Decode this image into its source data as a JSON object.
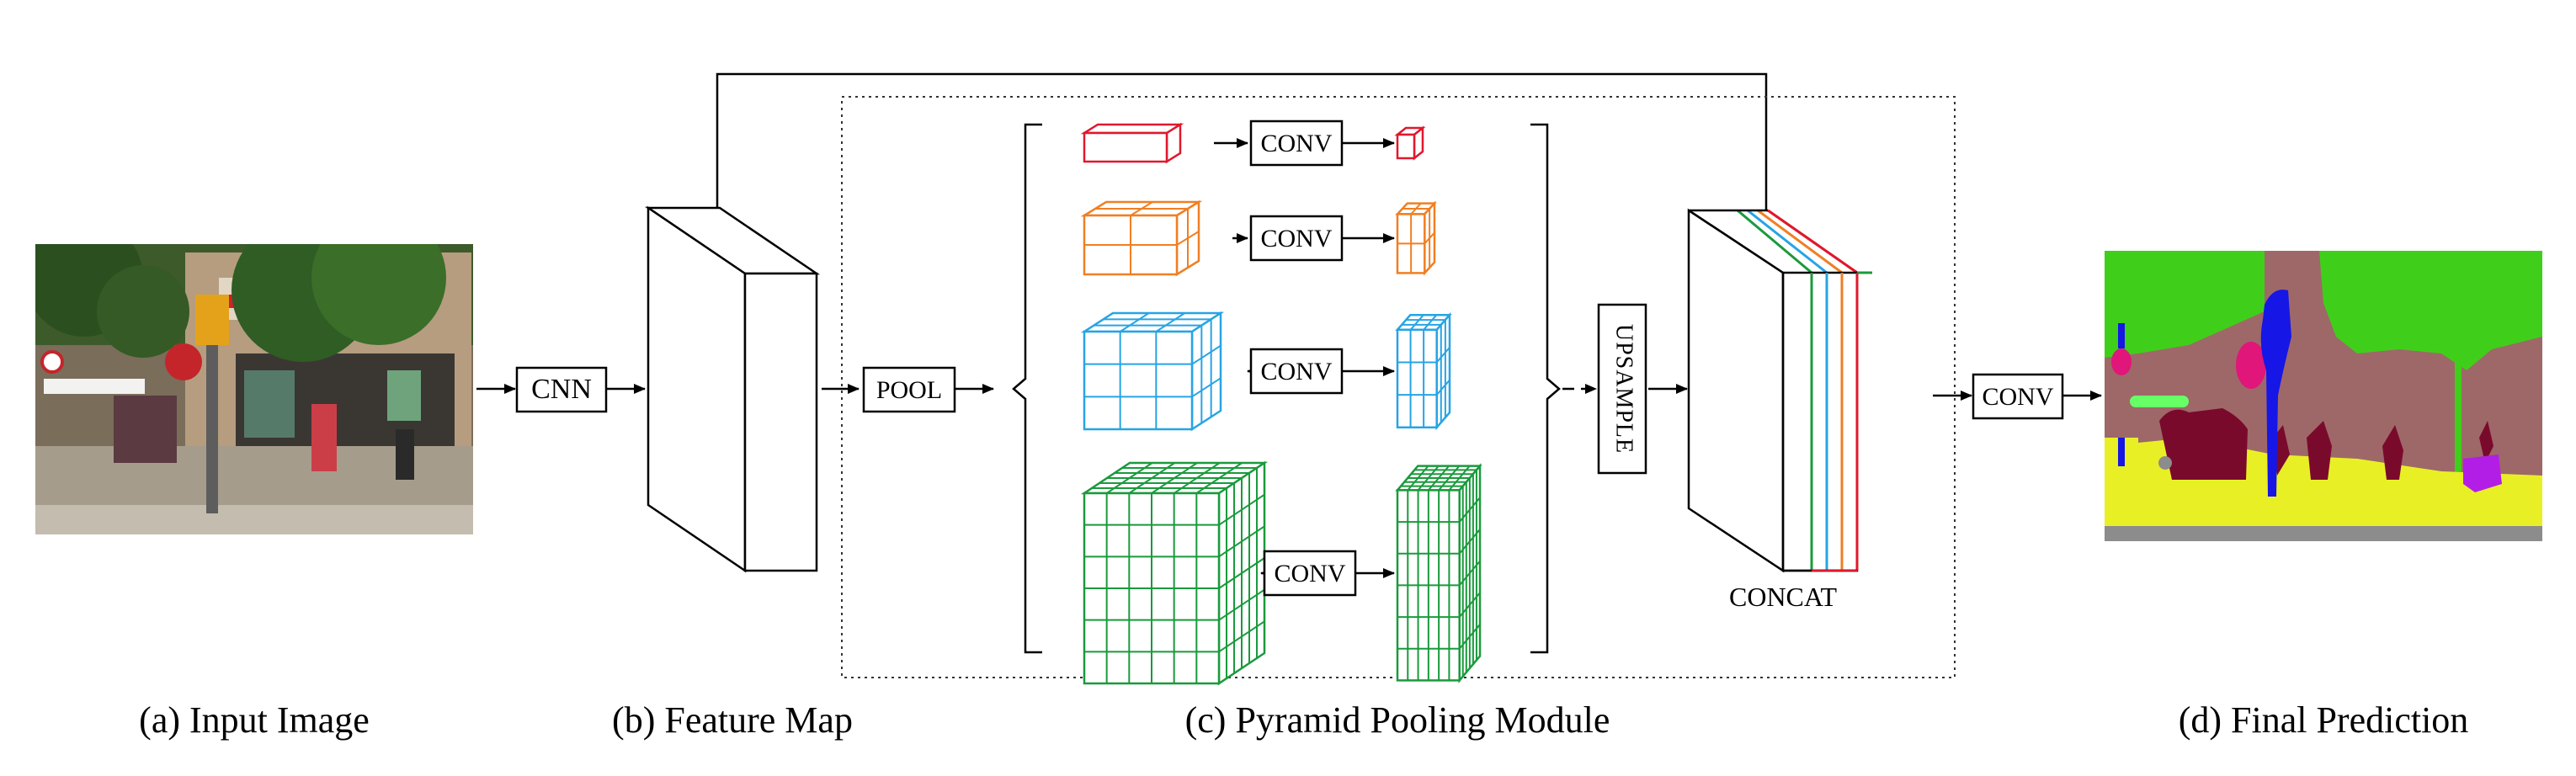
{
  "captions": {
    "a": "(a) Input Image",
    "b": "(b) Feature Map",
    "c": "(c) Pyramid Pooling Module",
    "d": "(d) Final Prediction"
  },
  "blocks": {
    "cnn": "CNN",
    "pool": "POOL",
    "conv": "CONV",
    "upsample": "UPSAMPLE",
    "concat": "CONCAT",
    "final_conv": "CONV"
  },
  "pyramid_levels": [
    {
      "name": "level-1",
      "grid": 1,
      "color": "#e0182d"
    },
    {
      "name": "level-2",
      "grid": 2,
      "color": "#f07f23"
    },
    {
      "name": "level-3",
      "grid": 3,
      "color": "#27a4e4"
    },
    {
      "name": "level-6",
      "grid": 6,
      "color": "#1a9a3c"
    }
  ],
  "segmentation_colors": {
    "sky": "#72b72b",
    "building": "#9e6868",
    "tree": "#3fcf1b",
    "road": "#e8f025",
    "sidewalk": "#8c8c8c",
    "person": "#7a0a2c",
    "sign": "#e0167a",
    "pole": "#1616e6",
    "bicycle": "#b31ee6",
    "vegetation": "#66ff66"
  }
}
